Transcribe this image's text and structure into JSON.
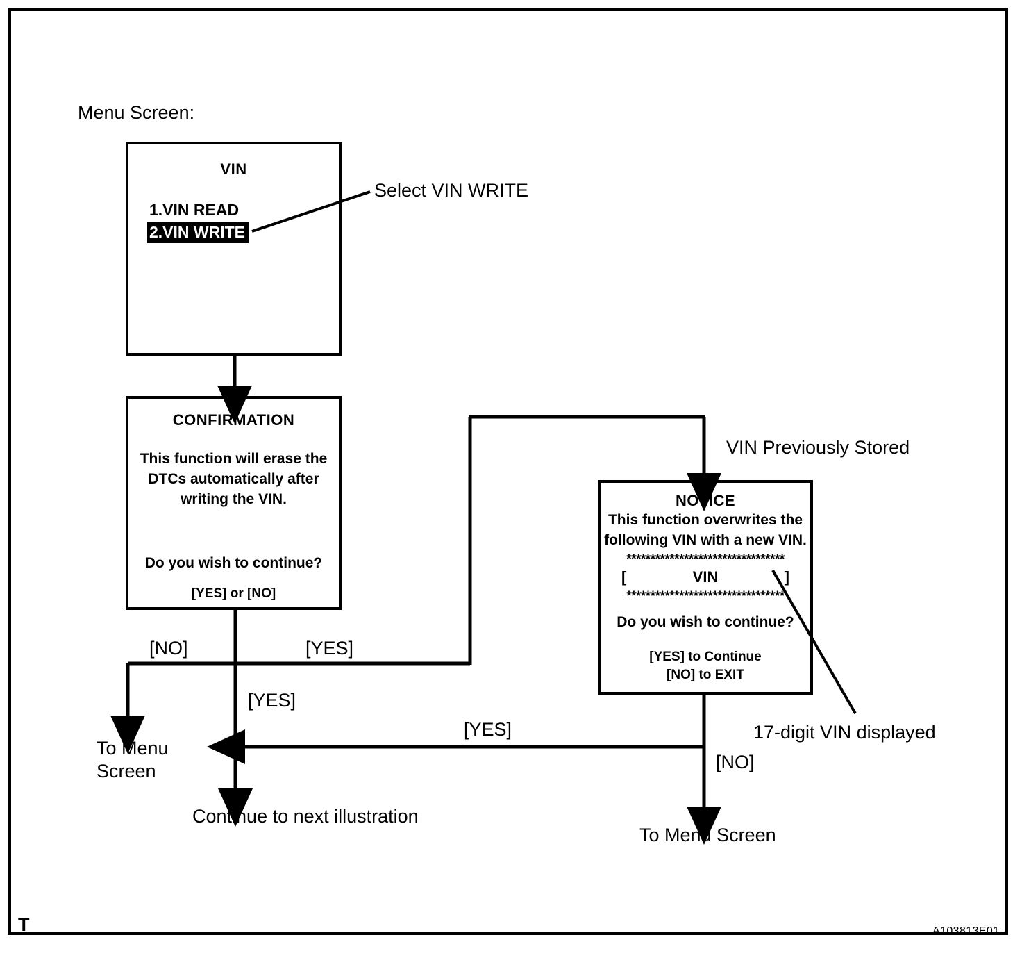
{
  "figure": {
    "caption": "Menu Screen:",
    "corner_mark": "T",
    "figure_id": "A103813E01"
  },
  "screens": {
    "menu": {
      "title": "VIN",
      "items": [
        {
          "label": "1.VIN READ",
          "selected": false
        },
        {
          "label": "2.VIN WRITE",
          "selected": true
        }
      ]
    },
    "confirmation": {
      "title": "CONFIRMATION",
      "body_line1": "This function will erase the",
      "body_line2": "DTCs automatically after",
      "body_line3": "writing the VIN.",
      "question": "Do you wish to continue?",
      "options": "[YES] or [NO]"
    },
    "notice": {
      "title": "NOTICE",
      "body_line1": "This function overwrites the",
      "body_line2": "following VIN with a new VIN.",
      "stars_top": "*********************************",
      "vin_bracket_open": "[",
      "vin_placeholder": "VIN",
      "vin_bracket_close": "]",
      "stars_bottom": "*********************************",
      "question": "Do you wish to continue?",
      "option_yes": "[YES] to Continue",
      "option_no": "[NO] to EXIT"
    }
  },
  "annotations": {
    "select_vin_write": "Select VIN WRITE",
    "vin_previously_stored": "VIN Previously Stored",
    "seventeen_digit_vin": "17-digit VIN displayed"
  },
  "flow_labels": {
    "confirm_no": "[NO]",
    "confirm_yes_right": "[YES]",
    "confirm_yes_down": "[YES]",
    "notice_yes": "[YES]",
    "notice_no": "[NO]"
  },
  "terminals": {
    "to_menu_screen_left_line1": "To Menu",
    "to_menu_screen_left_line2": "Screen",
    "continue_next": "Continue to next illustration",
    "to_menu_screen_right": "To Menu Screen"
  },
  "colors": {
    "ink": "#000000",
    "paper": "#ffffff"
  }
}
